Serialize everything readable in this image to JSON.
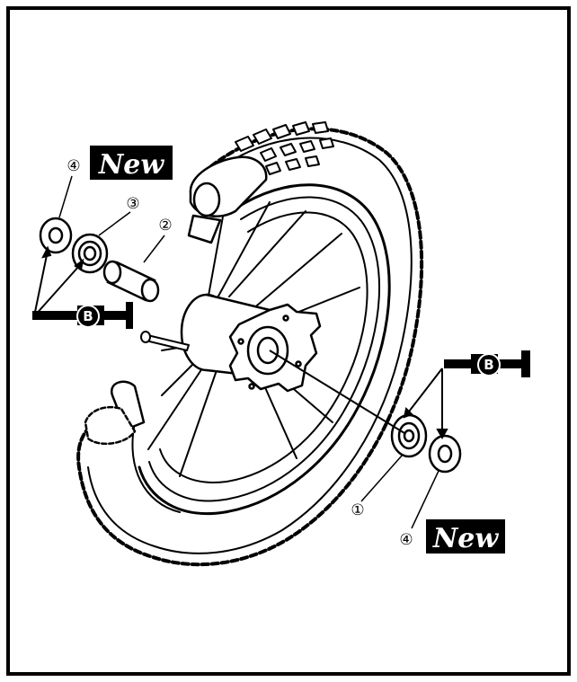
{
  "callouts": {
    "c1": "①",
    "c2": "②",
    "c3": "③",
    "c4_top": "④",
    "c4_bottom": "④"
  },
  "badges": {
    "new_top": "New",
    "new_bottom": "New"
  },
  "grease": {
    "left_label": "B",
    "right_label": "B"
  },
  "colors": {
    "ink": "#000000",
    "paper": "#ffffff"
  },
  "icons": {
    "grease_gun": "grease-gun-icon",
    "wheel": "wheel-illustration"
  }
}
